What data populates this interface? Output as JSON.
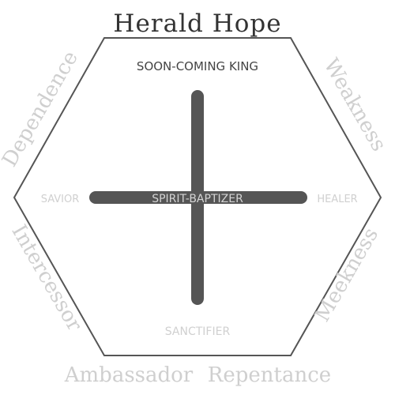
{
  "title": "Herald Hope",
  "center": {
    "top": "SOON-COMING KING",
    "left": "SAVIOR",
    "middle": "SPIRIT-BAPTIZER",
    "right": "HEALER",
    "bottom": "SANCTIFIER"
  },
  "sides": {
    "upper_left": "Dependence",
    "upper_right": "Weakness",
    "lower_left": "Intercessor",
    "lower_right": "Meekness",
    "bottom_left": "Ambassador",
    "bottom_right": "Repentance"
  },
  "colors": {
    "cross": "#555555",
    "hexagon_stroke": "#555555",
    "title": "#333333",
    "dark_label": "#444444",
    "light_label": "#d0d0d0",
    "side_label": "#cfcfcf",
    "background": "#ffffff"
  }
}
